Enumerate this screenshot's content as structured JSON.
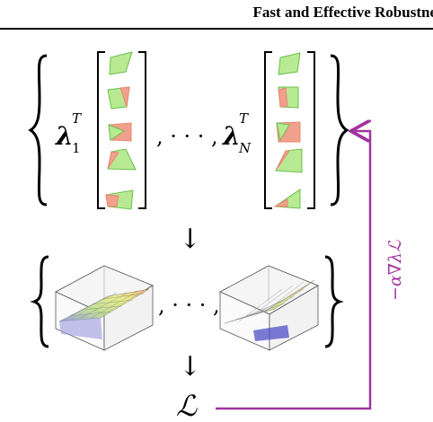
{
  "header": {
    "title": "Fast and Effective Robustne"
  },
  "figure": {
    "lambda_first": {
      "symbol": "λ",
      "superscript": "T",
      "subscript": "1"
    },
    "lambda_last": {
      "symbol": "λ",
      "superscript": "T",
      "subscript": "N"
    },
    "separator_top": ", · · · ,",
    "separator_bottom": ", · · · ,",
    "arrow_glyph": "↓",
    "loss_symbol": "ℒ",
    "update_label": "−α∇λℒ",
    "colors": {
      "shape_green": "#b7ea93",
      "shape_red": "#f0a08c",
      "shape_stroke": "#6bbf4a",
      "feedback_line": "#a033a0"
    }
  }
}
